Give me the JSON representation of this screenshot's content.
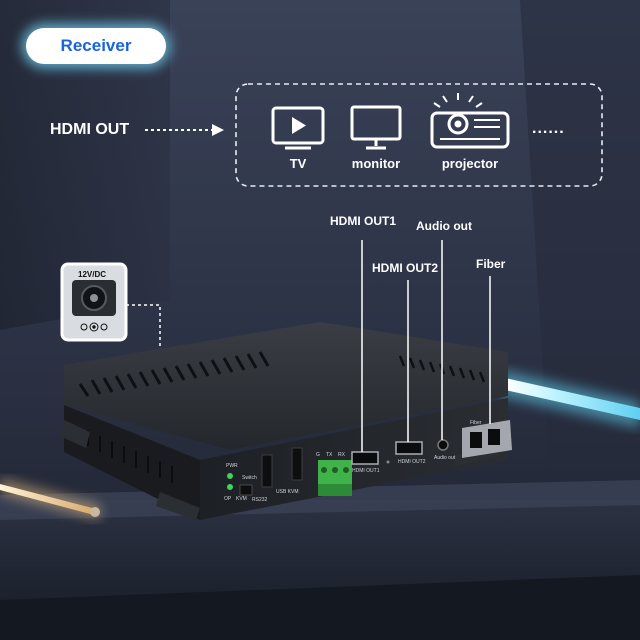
{
  "badge": {
    "label": "Receiver"
  },
  "hdmi_out_label": "HDMI OUT",
  "devices": [
    {
      "icon": "tv-icon",
      "label": "TV"
    },
    {
      "icon": "monitor-icon",
      "label": "monitor"
    },
    {
      "icon": "projector-icon",
      "label": "projector"
    }
  ],
  "more_label": "......",
  "ports": {
    "hdmi_out1": "HDMI OUT1",
    "hdmi_out2": "HDMI OUT2",
    "audio_out": "Audio out",
    "fiber": "Fiber"
  },
  "power": {
    "label": "12V/DC",
    "icon": "dc-polarity-icon"
  },
  "panel_markings": {
    "pwr": "PWR",
    "switch": "Switch",
    "op": "OP",
    "kvm": "KVM",
    "rs232": "RS232",
    "usb_kvm": "USB KVM",
    "gnd": "G",
    "tx": "TX",
    "rx": "RX",
    "hdmi_out1": "HDMI OUT1",
    "hdmi_out2": "HDMI OUT2",
    "audio_out": "Audio out",
    "fiber": "Fiber"
  },
  "colors": {
    "badge_text": "#1a63d8",
    "glow": "#7fe3ff",
    "device_body": "#1f2226",
    "terminal_green": "#3fb34a"
  }
}
